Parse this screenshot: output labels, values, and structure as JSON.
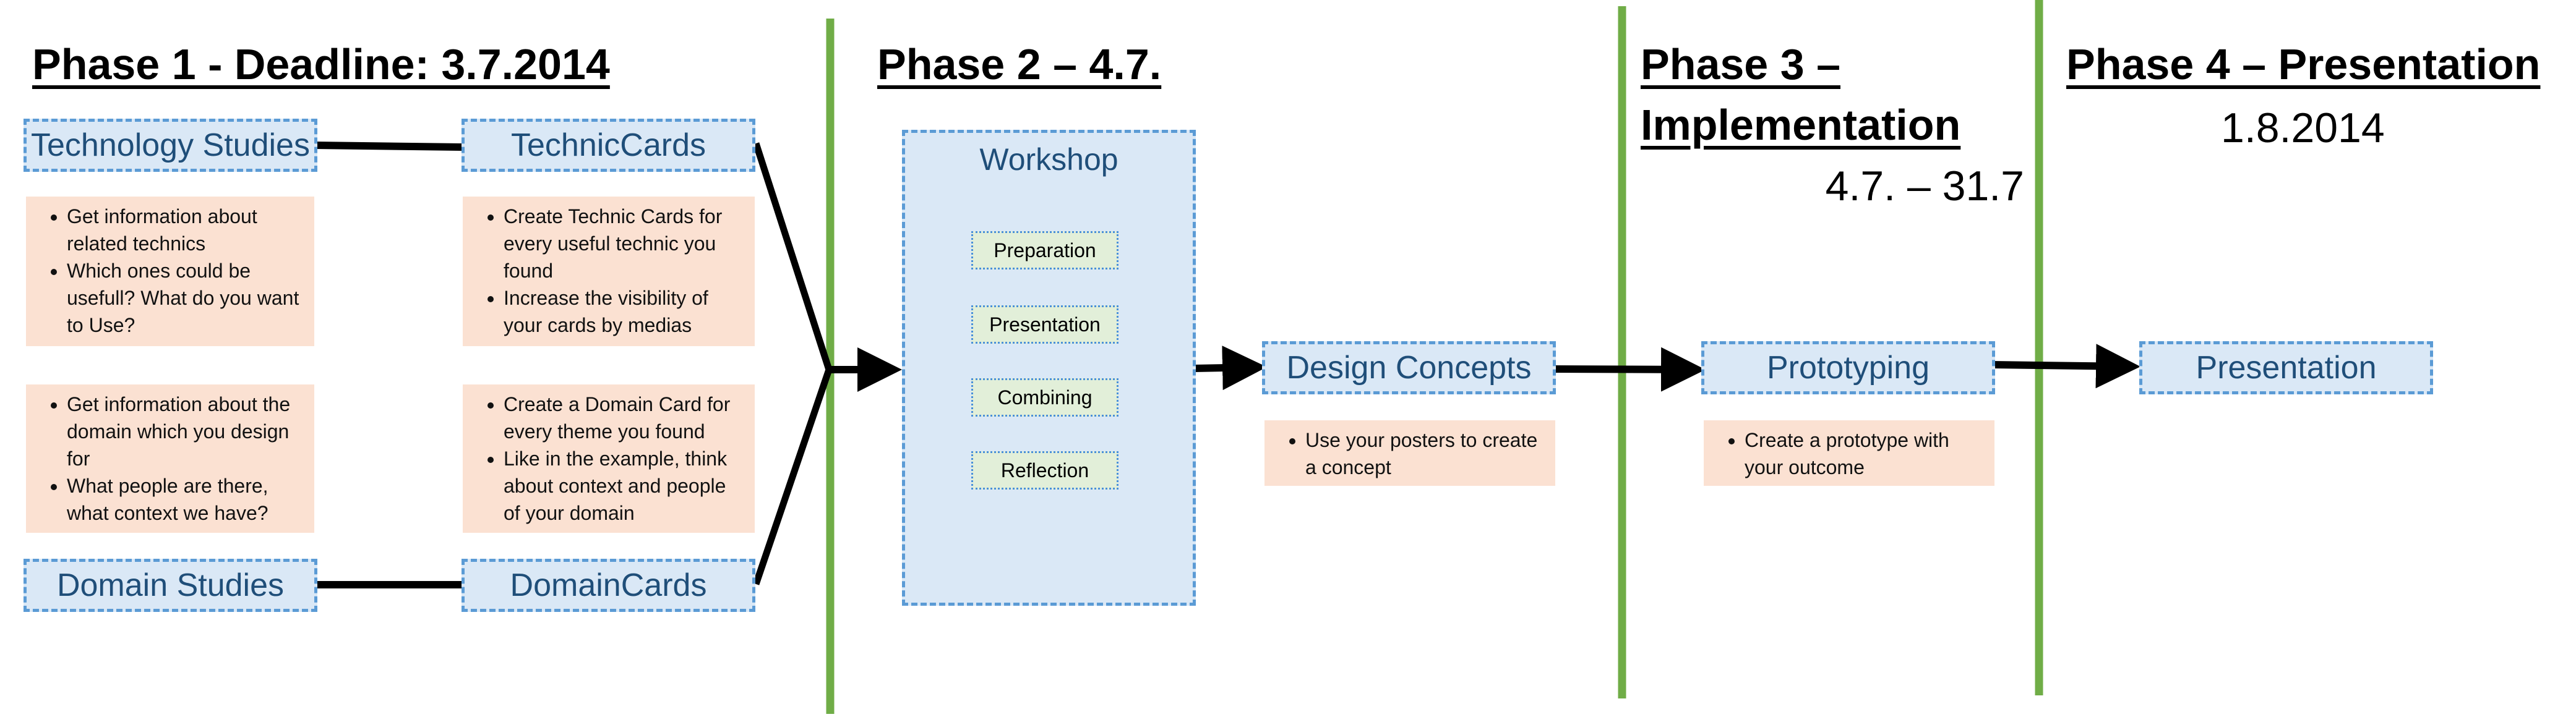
{
  "phases": {
    "p1": {
      "title": "Phase 1 - Deadline: 3.7.2014"
    },
    "p2": {
      "title": "Phase 2 – 4.7."
    },
    "p3": {
      "title_line1": "Phase 3 –",
      "title_line2": "Implementation",
      "date": "4.7. – 31.7"
    },
    "p4": {
      "title": "Phase 4 – Presentation",
      "date": "1.8.2014"
    }
  },
  "nodes": {
    "technology_studies": "Technology Studies",
    "technic_cards": "TechnicCards",
    "domain_studies": "Domain Studies",
    "domain_cards": "DomainCards",
    "design_concepts": "Design Concepts",
    "prototyping": "Prototyping",
    "presentation": "Presentation"
  },
  "notes": {
    "tech_studies": [
      "Get information about related technics",
      "Which ones could be usefull? What do you want to Use?"
    ],
    "technic_cards": [
      "Create Technic Cards for every useful technic you found",
      "Increase the visibility of your cards by medias"
    ],
    "domain_studies": [
      "Get information about the domain which you design for",
      "What people are there, what context we have?"
    ],
    "domain_cards": [
      "Create a Domain Card for every  theme you found",
      "Like in the example, think about context and people of your domain"
    ],
    "design_concepts": [
      "Use your posters to create a concept"
    ],
    "prototyping": [
      "Create a prototype with your outcome"
    ]
  },
  "workshop": {
    "title": "Workshop",
    "steps": [
      "Preparation",
      "Presentation",
      "Combining",
      "Reflection"
    ]
  },
  "colors": {
    "divider": "#70ad47",
    "node_fill": "#dae8f6",
    "node_border": "#5b9bd5",
    "node_text": "#1f4e79",
    "note_fill": "#fbe1d2",
    "step_fill": "#e2efd9"
  }
}
